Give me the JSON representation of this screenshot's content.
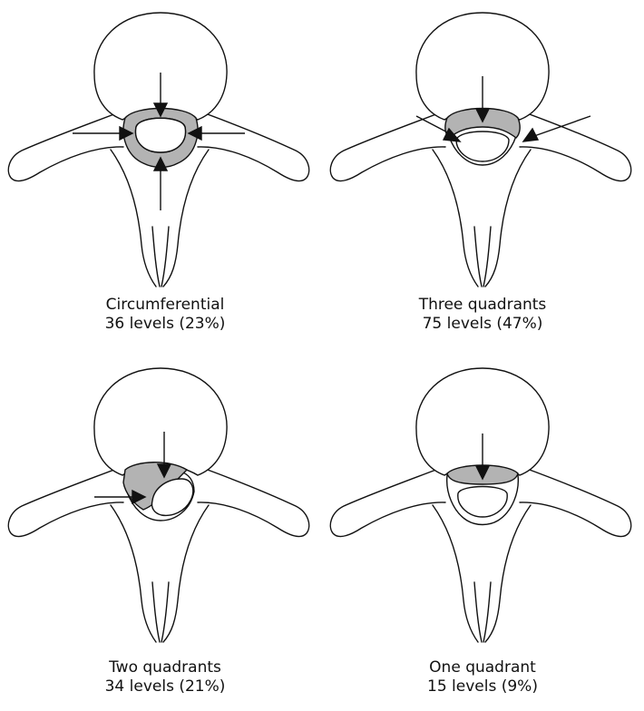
{
  "panels": [
    {
      "title": "Circumferential",
      "detail": "36 levels (23%)",
      "shading": "circumferential"
    },
    {
      "title": "Three quadrants",
      "detail": "75 levels (47%)",
      "shading": "three-quadrants"
    },
    {
      "title": "Two quadrants",
      "detail": "34 levels (21%)",
      "shading": "two-quadrants"
    },
    {
      "title": "One quadrant",
      "detail": "15 levels (9%)",
      "shading": "one-quadrant"
    }
  ],
  "colors": {
    "line": "#111111",
    "shade": "#b3b3b3",
    "background": "#ffffff"
  }
}
